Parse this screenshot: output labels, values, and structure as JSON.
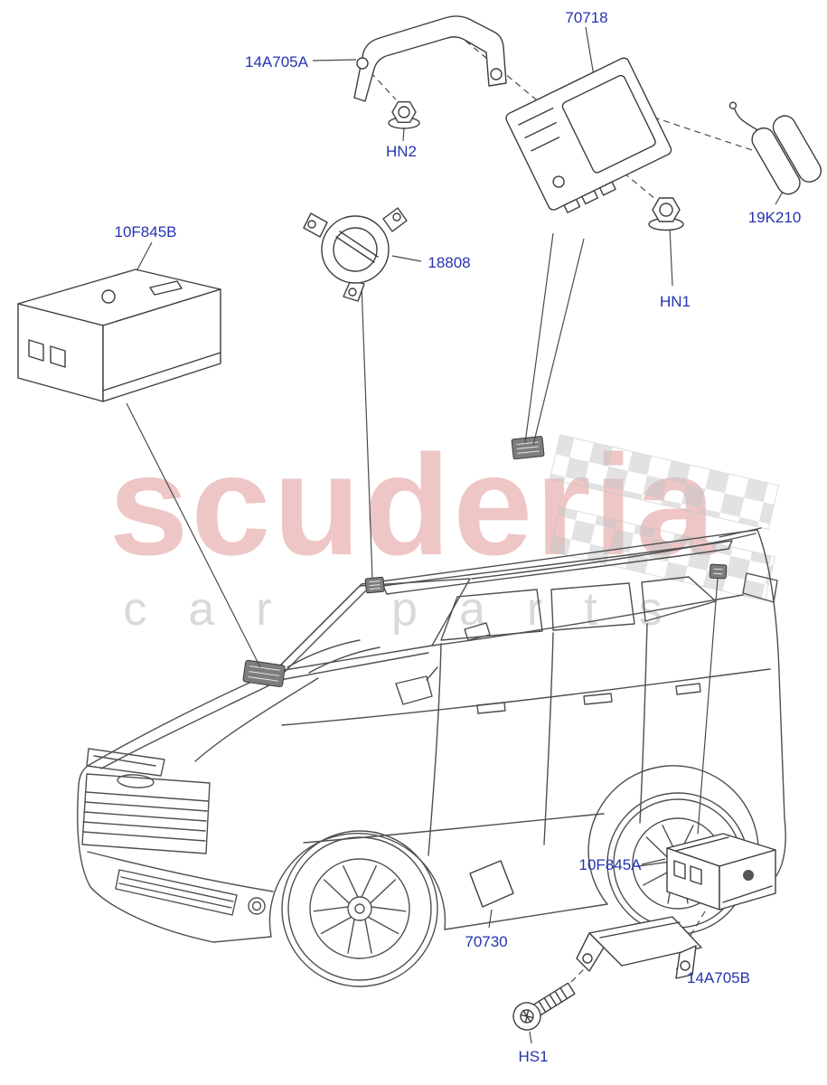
{
  "watermark": {
    "primary": "scuderia",
    "secondary": "car parts"
  },
  "colors": {
    "part_label": "#2533b0",
    "watermark_primary": "#eec6c6",
    "watermark_secondary": "#d9d9d9",
    "diagram_lines": "#4f4f4f"
  },
  "labels": {
    "p70718": "70718",
    "p14A705A": "14A705A",
    "pHN2": "HN2",
    "p10F845B": "10F845B",
    "p18808": "18808",
    "pHN1": "HN1",
    "p19K210": "19K210",
    "p70730": "70730",
    "p10F845A": "10F845A",
    "p14A705B": "14A705B",
    "pHS1": "HS1"
  }
}
